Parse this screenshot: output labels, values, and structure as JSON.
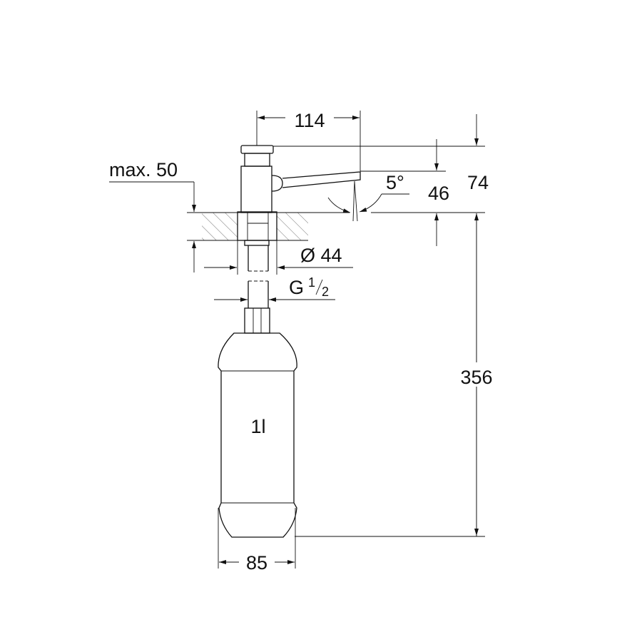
{
  "title": "Soap dispenser dimension drawing",
  "dimensions": {
    "width_outlet": "114",
    "total_height": "74",
    "outlet_height": "46",
    "outlet_angle": "5°",
    "max_counter_thickness": "max. 50",
    "hole_diameter": "Ø 44",
    "thread": "G",
    "thread_num": "1",
    "thread_den": "2",
    "below_counter": "356",
    "bottle_diameter": "85"
  },
  "bottle_label": "1l",
  "colors": {
    "line": "#111111",
    "background": "#ffffff"
  }
}
